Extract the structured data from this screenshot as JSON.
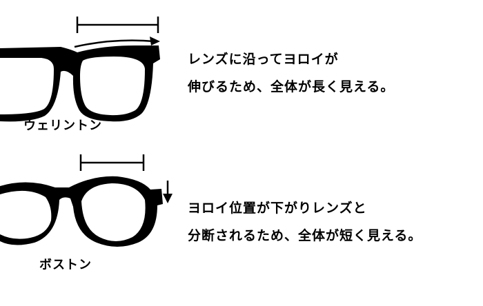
{
  "sections": [
    {
      "name_label": "ウェリントン",
      "lines": [
        "レンズに沿ってヨロイが",
        "伸びるため、全体が長く見える。"
      ]
    },
    {
      "name_label": "ボストン",
      "lines": [
        "ヨロイ位置が下がりレンズと",
        "分断されるため、全体が短く見える。"
      ]
    }
  ],
  "colors": {
    "ink": "#000000",
    "background": "#ffffff"
  }
}
